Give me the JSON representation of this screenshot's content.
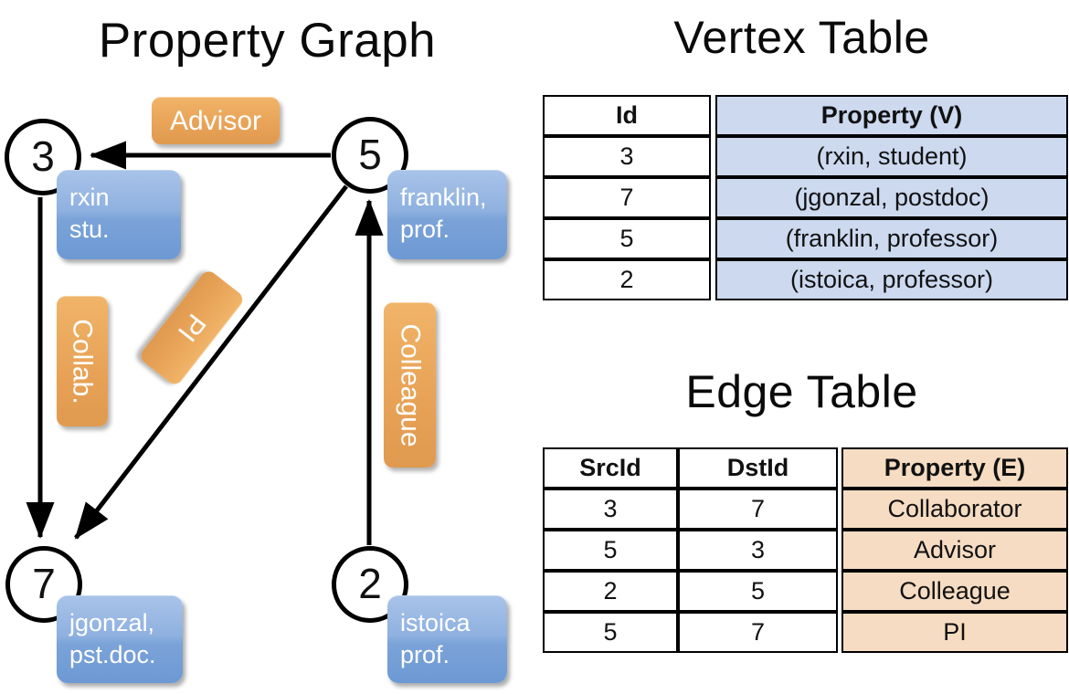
{
  "titles": {
    "property_graph": "Property Graph",
    "vertex_table": "Vertex Table",
    "edge_table": "Edge Table"
  },
  "colors": {
    "vertex_property_fill": "#ccd9ef",
    "edge_property_fill": "#f5dcc2",
    "node_property_box": "#7ba3d8",
    "edge_label_box": "#e8a257",
    "stroke": "#000000",
    "background": "#ffffff"
  },
  "graph": {
    "nodes": [
      {
        "id": "3",
        "property_lines": [
          "rxin",
          "stu."
        ]
      },
      {
        "id": "5",
        "property_lines": [
          "franklin,",
          "prof."
        ]
      },
      {
        "id": "7",
        "property_lines": [
          "jgonzal,",
          "pst.doc."
        ]
      },
      {
        "id": "2",
        "property_lines": [
          "istoica",
          "prof."
        ]
      }
    ],
    "edge_labels": [
      {
        "name": "advisor",
        "text": "Advisor",
        "orientation": "horizontal"
      },
      {
        "name": "collab",
        "text": "Collab.",
        "orientation": "vertical"
      },
      {
        "name": "pi",
        "text": "PI",
        "orientation": "diagonal"
      },
      {
        "name": "colleague",
        "text": "Colleague",
        "orientation": "vertical"
      }
    ],
    "edges": [
      {
        "from": "5",
        "to": "3",
        "label": "Advisor"
      },
      {
        "from": "3",
        "to": "7",
        "label": "Collab."
      },
      {
        "from": "5",
        "to": "7",
        "label": "PI"
      },
      {
        "from": "2",
        "to": "5",
        "label": "Colleague"
      }
    ]
  },
  "vertex_table": {
    "headers": [
      "Id",
      "Property (V)"
    ],
    "rows": [
      {
        "id": "3",
        "property": "(rxin, student)"
      },
      {
        "id": "7",
        "property": "(jgonzal, postdoc)"
      },
      {
        "id": "5",
        "property": "(franklin, professor)"
      },
      {
        "id": "2",
        "property": "(istoica, professor)"
      }
    ]
  },
  "edge_table": {
    "headers": [
      "SrcId",
      "DstId",
      "Property (E)"
    ],
    "rows": [
      {
        "src": "3",
        "dst": "7",
        "property": "Collaborator"
      },
      {
        "src": "5",
        "dst": "3",
        "property": "Advisor"
      },
      {
        "src": "2",
        "dst": "5",
        "property": "Colleague"
      },
      {
        "src": "5",
        "dst": "7",
        "property": "PI"
      }
    ]
  }
}
